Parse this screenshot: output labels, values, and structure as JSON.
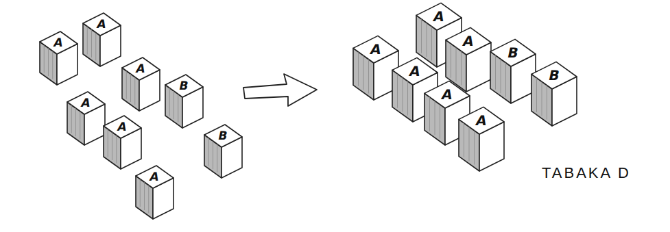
{
  "diagram": {
    "nodes": [
      {
        "text": [
          "A"
        ]
      },
      {
        "text": [
          "A"
        ]
      },
      {
        "text": [
          "A"
        ]
      },
      {
        "text": [
          "B"
        ]
      },
      {
        "text": [
          "A"
        ]
      },
      {
        "text": [
          "A"
        ]
      },
      {
        "text": [
          "B"
        ]
      },
      {
        "text": [
          "A"
        ]
      },
      {
        "text": [
          "A"
        ]
      },
      {
        "text": [
          "A"
        ]
      },
      {
        "text": [
          "A"
        ]
      },
      {
        "text": [
          "B"
        ]
      },
      {
        "text": [
          "A"
        ]
      },
      {
        "text": [
          "B"
        ]
      },
      {
        "text": [
          "A"
        ]
      },
      {
        "text": [
          "A"
        ]
      }
    ],
    "labels": [
      "TABAKA D"
    ]
  }
}
